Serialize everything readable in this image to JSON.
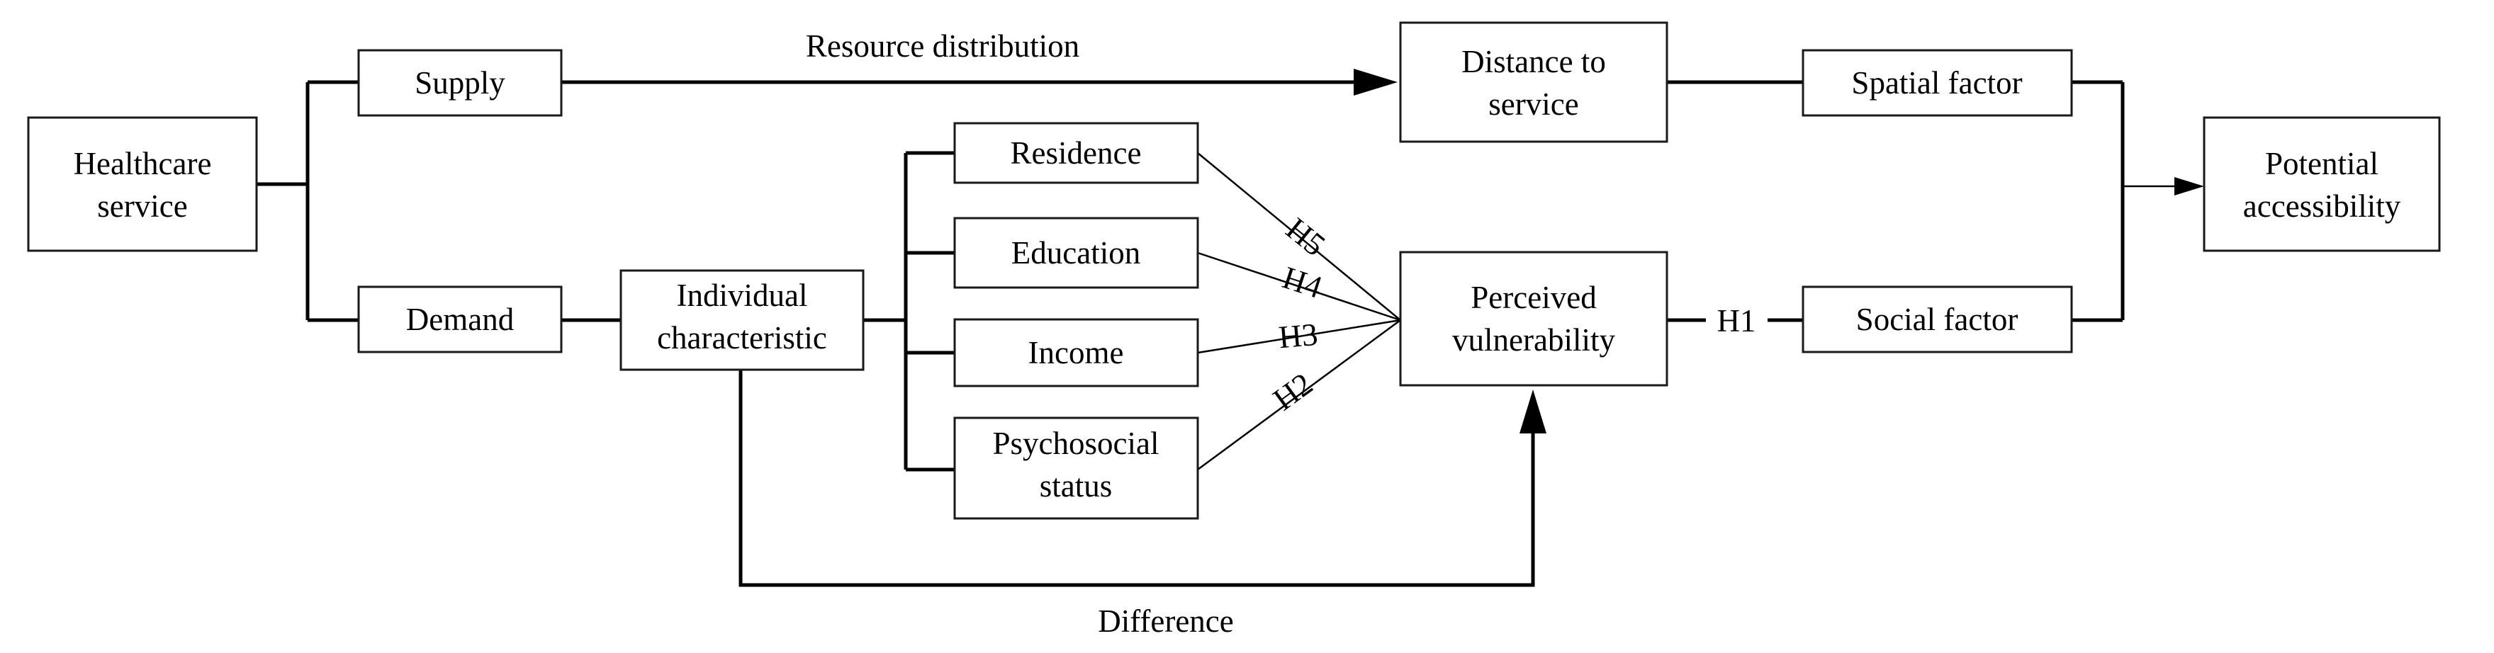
{
  "nodes": {
    "healthcare_service": [
      "Healthcare",
      "service"
    ],
    "supply": [
      "Supply"
    ],
    "demand": [
      "Demand"
    ],
    "distance_to_service": [
      "Distance to",
      "service"
    ],
    "individual_characteristic": [
      "Individual",
      "characteristic"
    ],
    "residence": [
      "Residence"
    ],
    "education": [
      "Education"
    ],
    "income": [
      "Income"
    ],
    "psychosocial_status": [
      "Psychosocial",
      "status"
    ],
    "perceived_vulnerability": [
      "Perceived",
      "vulnerability"
    ],
    "spatial_factor": [
      "Spatial factor"
    ],
    "social_factor": [
      "Social factor"
    ],
    "potential_accessibility": [
      "Potential",
      "accessibility"
    ]
  },
  "edge_labels": {
    "resource_distribution": "Resource distribution",
    "difference": "Difference",
    "h1": "H1",
    "h2": "H2",
    "h3": "H3",
    "h4": "H4",
    "h5": "H5"
  }
}
